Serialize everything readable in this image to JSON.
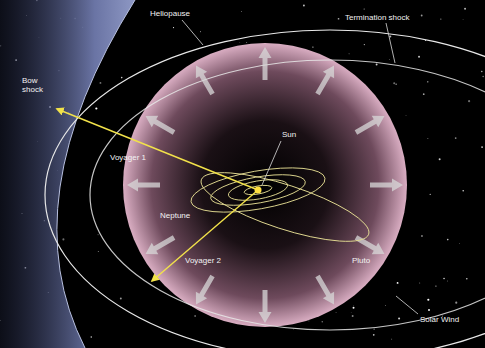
{
  "diagram": {
    "labels": [
      "Heliopause",
      "Termination shock",
      "Bow shock",
      "Voyager 1",
      "Voyager 2",
      "Sun",
      "Neptune",
      "Pluto",
      "Solar Wind"
    ]
  }
}
